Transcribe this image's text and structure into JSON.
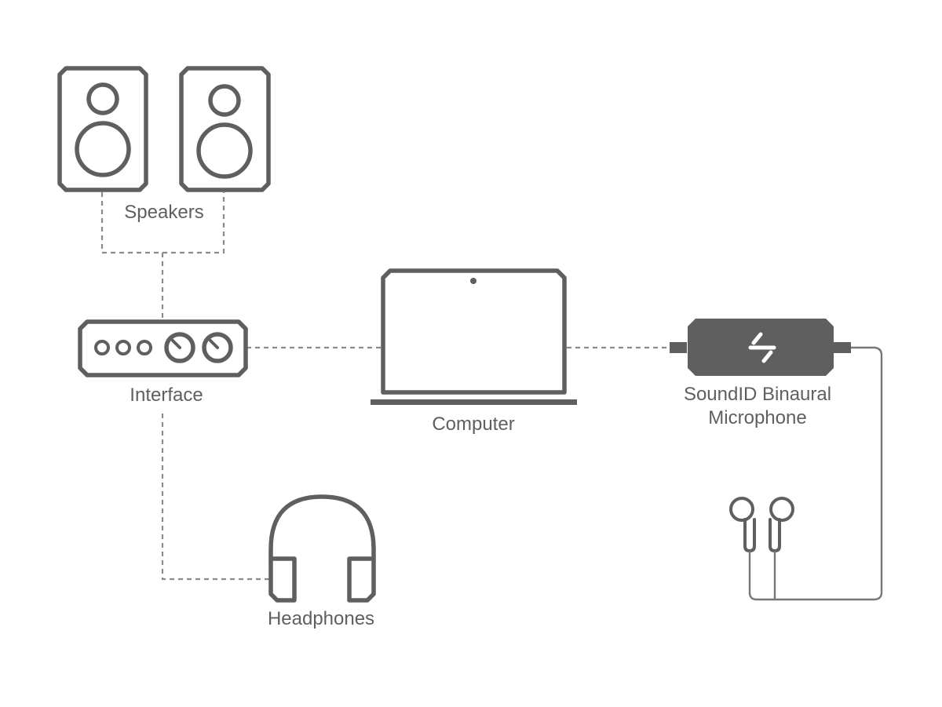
{
  "labels": {
    "speakers": "Speakers",
    "interface": "Interface",
    "computer": "Computer",
    "mic_line1": "SoundID Binaural",
    "mic_line2": "Microphone",
    "headphones": "Headphones"
  },
  "icons": {
    "speakers": "speaker-icon",
    "interface": "audio-interface-icon",
    "computer": "laptop-icon",
    "microphone": "binaural-microphone-icon",
    "headphones": "headphones-icon",
    "earbuds": "earbuds-icon",
    "mic_logo": "soundid-logo-icon"
  },
  "colors": {
    "device": "#5f5f5f",
    "connector": "#8a8a8a",
    "mic_body": "#5f5f5f"
  }
}
